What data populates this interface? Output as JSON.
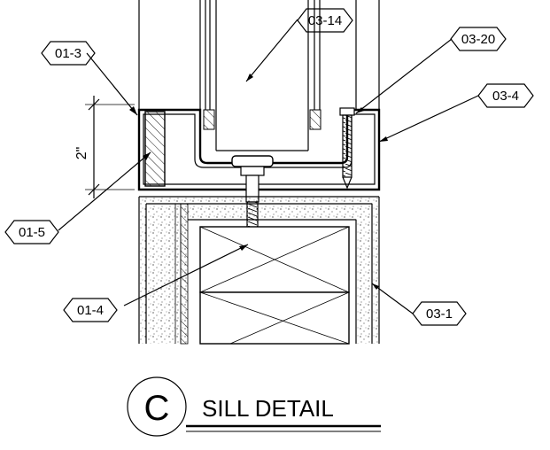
{
  "tags": {
    "t01_3": "01-3",
    "t01_5": "01-5",
    "t01_4": "01-4",
    "t03_14": "03-14",
    "t03_20": "03-20",
    "t03_4": "03-4",
    "t03_1": "03-1"
  },
  "dimension": "2\"",
  "detail": {
    "letter": "C",
    "title": "SILL DETAIL"
  }
}
